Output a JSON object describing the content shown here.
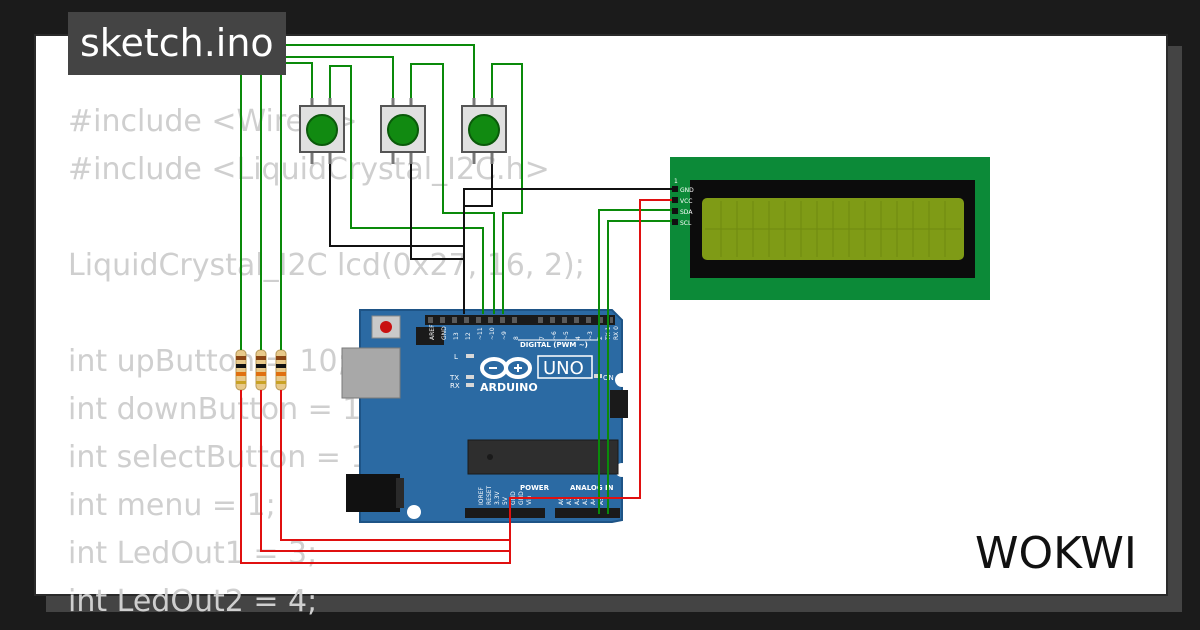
{
  "title": "sketch.ino",
  "brand": "WOKWI",
  "code_lines": [
    "#include <Wire.h>",
    "#include <LiquidCrystal_I2C.h>",
    "",
    "LiquidCrystal_I2C lcd(0x27, 16, 2);",
    "",
    "int upButton = 10;",
    "int downButton = 11;",
    "int selectButton = 12;",
    "int menu = 1;",
    "int LedOut1 = 3;",
    "int LedOut2 = 4;"
  ],
  "lcd": {
    "pins": [
      "GND",
      "VCC",
      "SDA",
      "SCL"
    ],
    "pin1_label": "1"
  },
  "arduino": {
    "model": "UNO",
    "brand": "ARDUINO",
    "digital_label": "DIGITAL (PWM ~)",
    "power_label": "POWER",
    "analog_label": "ANALOG IN",
    "on_label": "ON",
    "led_l": "L",
    "led_tx": "TX",
    "led_rx": "RX",
    "top_pins": [
      "AREF",
      "GND",
      "13",
      "12",
      "~11",
      "~10",
      "~9",
      "8",
      "7",
      "~6",
      "~5",
      "4",
      "~3",
      "2",
      "TX 1",
      "RX 0"
    ],
    "bottom_pins": [
      "IOREF",
      "RESET",
      "3.3V",
      "5V",
      "GND",
      "GND",
      "Vin",
      "A0",
      "A1",
      "A2",
      "A3",
      "A4",
      "A5"
    ]
  },
  "colors": {
    "wire_green": "#0a8a0a",
    "wire_red": "#e01010",
    "wire_black": "#111111",
    "board": "#2b6aa3",
    "lcd_pcb": "#0c8a38",
    "lcd_screen": "#7f9b16",
    "button_cap": "#118a11"
  },
  "icons": [
    "arduino-infinity-logo",
    "push-button",
    "resistor",
    "usb-port",
    "dc-jack"
  ]
}
